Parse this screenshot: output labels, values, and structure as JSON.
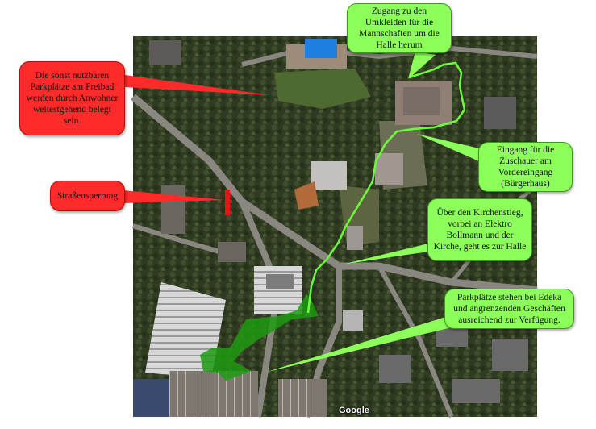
{
  "map": {
    "provider_logo": "Google",
    "colors": {
      "route": "#6bff3a",
      "parking_area": "#1f9a12",
      "red_callout": "#ff2a2a",
      "green_callout": "#8dff5a",
      "road_block": "#ee1111"
    }
  },
  "callouts": {
    "umkleiden": "Zugang zu den Umkleiden für die Mannschaften um die Halle herum",
    "parkplaetze_freibad": "Die sonst nutzbaren Parkplätze am Freibad werden durch Anwohner weitestgehend belegt sein.",
    "zuschauer": "Eingang für die Zuschauer am Vordereingang (Bürgerhaus)",
    "strassensperrung": "Straßensperrung",
    "kirchenstieg": "Über den Kirchenstieg, vorbei an Elektro Bollmann und der Kirche, geht es zur Halle",
    "parkplaetze_edeka": "Parkplätze stehen bei Edeka und angrenzenden Geschäften ausreichend zur Verfügung."
  }
}
